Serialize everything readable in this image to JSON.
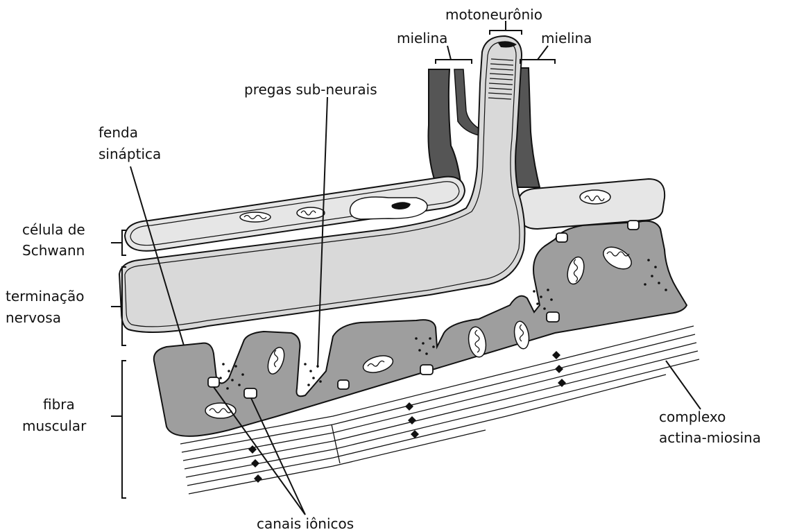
{
  "labels": {
    "motoneuronio": "motoneurônio",
    "mielina_left": "mielina",
    "mielina_right": "mielina",
    "pregas": "pregas sub-neurais",
    "fenda_1": "fenda",
    "fenda_2": "sináptica",
    "schwann_1": "célula de",
    "schwann_2": "Schwann",
    "terminacao_1": "terminação",
    "terminacao_2": "nervosa",
    "fibra_1": "fibra",
    "fibra_2": "muscular",
    "complexo_1": "complexo",
    "complexo_2": "actina-miosina",
    "canais": "canais iônicos"
  },
  "colors": {
    "ink": "#111111",
    "myelin": "#555555",
    "nerve": "#d9d9d9",
    "muscle": "#9e9e9e",
    "schwann": "#e6e6e6"
  }
}
